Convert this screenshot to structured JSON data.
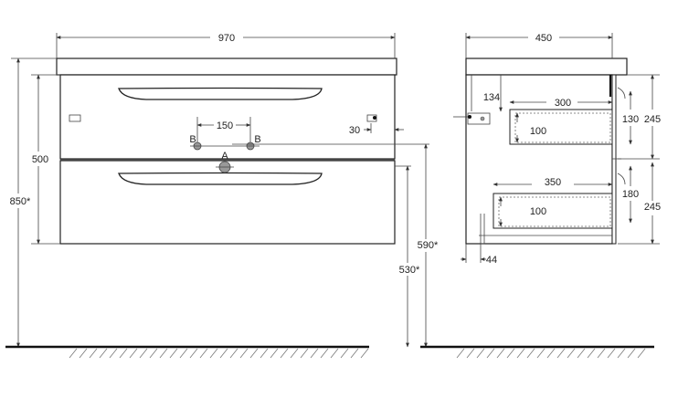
{
  "front_view": {
    "width_label": "970",
    "height_label_upper": "500",
    "height_label_total": "850*",
    "tap_spacing_label": "150",
    "tap_left_label": "B",
    "tap_right_label": "B",
    "drain_label": "A",
    "side_offset_label": "30",
    "height_590_label": "590*",
    "height_530_label": "530*"
  },
  "side_view": {
    "depth_label": "450",
    "label_134": "134",
    "label_300": "300",
    "label_100_top": "100",
    "label_130": "130",
    "label_245_top": "245",
    "label_350": "350",
    "label_100_bottom": "100",
    "label_180": "180",
    "label_245_bottom": "245",
    "label_44": "44"
  }
}
